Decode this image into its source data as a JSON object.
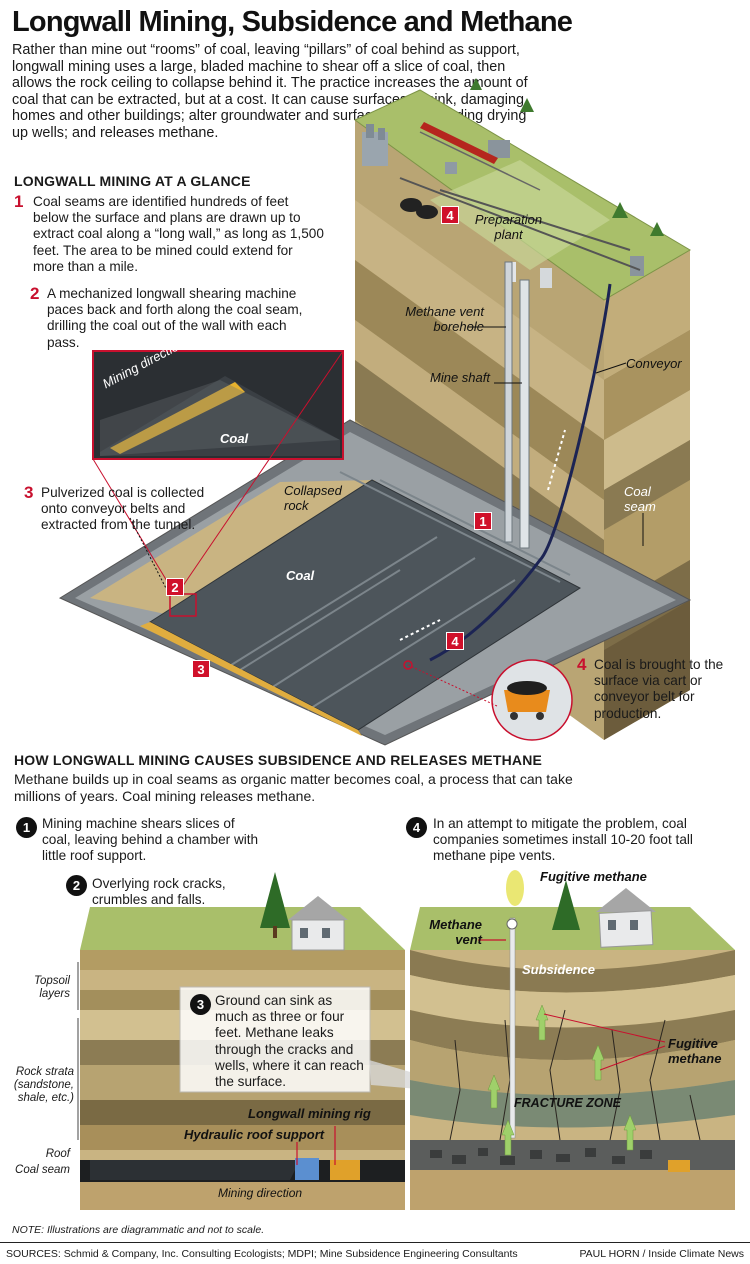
{
  "title": "Longwall Mining, Subsidence and Methane",
  "intro": "Rather than mine out “rooms” of coal, leaving “pillars” of coal behind as support, longwall mining uses a large, bladed machine to shear off a slice of coal, then allows the rock ceiling to collapse behind it. The practice increases the amount of coal that can be extracted, but at a cost. It can cause surfaces to sink, damaging homes and other buildings; alter groundwater and surface water, including drying up wells; and releases methane.",
  "glance": {
    "heading": "LONGWALL MINING AT A GLANCE",
    "steps": [
      {
        "num": "1",
        "text": "Coal seams are identified hundreds of feet below the surface and plans are drawn up to extract coal along a “long wall,” as long as 1,500 feet. The area to be mined could extend for more than a mile."
      },
      {
        "num": "2",
        "text": "A mechanized longwall shearing machine paces back and forth along the coal seam, drilling the coal out of the wall with each pass."
      },
      {
        "num": "3",
        "text": "Pulverized coal is collected onto conveyor belts and extracted from the tunnel."
      },
      {
        "num": "4",
        "text": "Coal is brought to the surface via cart or conveyor belt for production."
      }
    ]
  },
  "diagram_labels": {
    "mining_direction": "Mining direction",
    "coal_inset": "Coal",
    "collapsed_rock": "Collapsed rock",
    "coal_main": "Coal",
    "preparation_plant": "Preparation plant",
    "methane_vent_borehole": "Methane vent borehole",
    "mine_shaft": "Mine shaft",
    "conveyor": "Conveyor",
    "coal_seam": "Coal seam",
    "badges": [
      "1",
      "2",
      "3",
      "4",
      "4"
    ]
  },
  "subsidence": {
    "heading": "HOW LONGWALL MINING CAUSES SUBSIDENCE AND RELEASES METHANE",
    "intro": "Methane builds up in coal seams as organic matter becomes coal, a process that can take millions of years. Coal mining releases methane.",
    "steps": [
      {
        "num": "1",
        "text": "Mining machine shears slices of coal, leaving behind a chamber with little roof support."
      },
      {
        "num": "2",
        "text": "Overlying rock cracks, crumbles and falls."
      },
      {
        "num": "3",
        "text": "Ground can sink as much as three or four feet. Methane leaks through the cracks and wells, where it can reach the surface."
      },
      {
        "num": "4",
        "text": "In an attempt to mitigate the problem, coal companies sometimes install 10-20 foot tall methane pipe vents."
      }
    ],
    "left_labels": {
      "topsoil": "Topsoil layers",
      "rock_strata": "Rock strata (sandstone, shale, etc.)",
      "roof": "Roof",
      "coal_seam": "Coal seam",
      "longwall_rig": "Longwall mining rig",
      "hydraulic": "Hydraulic roof support",
      "mining_direction": "Mining direction"
    },
    "right_labels": {
      "fugitive_methane_top": "Fugitive methane",
      "methane_vent": "Methane vent",
      "subsidence": "Subsidence",
      "fugitive_methane_side": "Fugitive methane",
      "fracture_zone": "FRACTURE ZONE"
    }
  },
  "note": "NOTE: Illustrations are diagrammatic and not to scale.",
  "sources": "SOURCES: Schmid & Company, Inc. Consulting Ecologists; MDPI; Mine Subsidence Engineering Consultants",
  "credit": "PAUL HORN / Inside Climate News",
  "colors": {
    "accent_red": "#c8102e",
    "coal": "#4a5258",
    "grass": "#a9bf6a",
    "soil": "#c9b482"
  }
}
